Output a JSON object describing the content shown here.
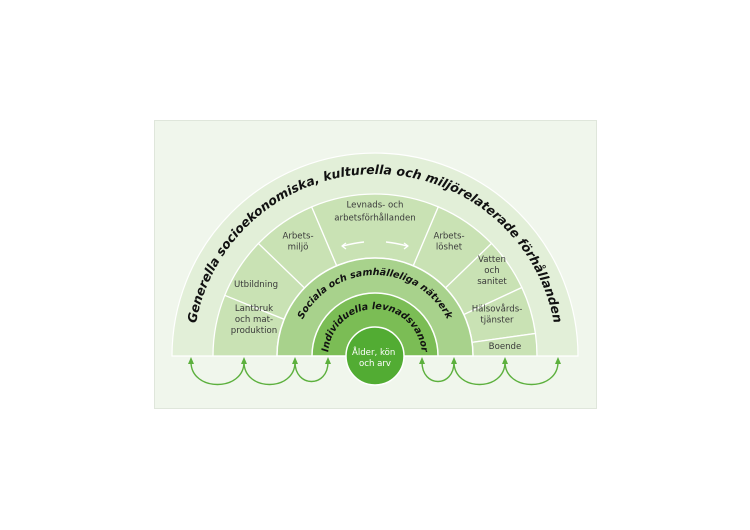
{
  "colors": {
    "panel_bg": "#f0f6ec",
    "outer_band": "#e2efd8",
    "middle_band": "#c9e2b4",
    "social_band": "#a8d28c",
    "individual_band": "#7bbd55",
    "core_circle": "#52ac33",
    "arrow": "#5cb03d",
    "divider": "#ffffff"
  },
  "layers": {
    "outer": "Generella socioekonomiska, kulturella och miljörelaterade förhållanden",
    "social": "Sociala och samhälleliga nätverk",
    "individual": "Individuella levnadsvanor",
    "core": [
      "Ålder, kön",
      "och arv"
    ]
  },
  "segments": [
    {
      "id": "lantbruk",
      "lines": [
        "Lantbruk",
        "och mat-",
        "produktion"
      ]
    },
    {
      "id": "utbildning",
      "lines": [
        "Utbildning"
      ]
    },
    {
      "id": "arbetsmiljo",
      "lines": [
        "Arbets-",
        "miljö"
      ]
    },
    {
      "id": "levnads",
      "lines": [
        "Levnads- och",
        "arbetsförhållanden"
      ]
    },
    {
      "id": "arbetsloshet",
      "lines": [
        "Arbets-",
        "löshet"
      ]
    },
    {
      "id": "vatten",
      "lines": [
        "Vatten",
        "och",
        "sanitet"
      ]
    },
    {
      "id": "halsovard",
      "lines": [
        "Hälsovårds-",
        "tjänster"
      ]
    },
    {
      "id": "boende",
      "lines": [
        "Boende"
      ]
    }
  ],
  "arrow_icons": [
    "double-arrow-left-icon",
    "double-arrow-right-icon"
  ]
}
